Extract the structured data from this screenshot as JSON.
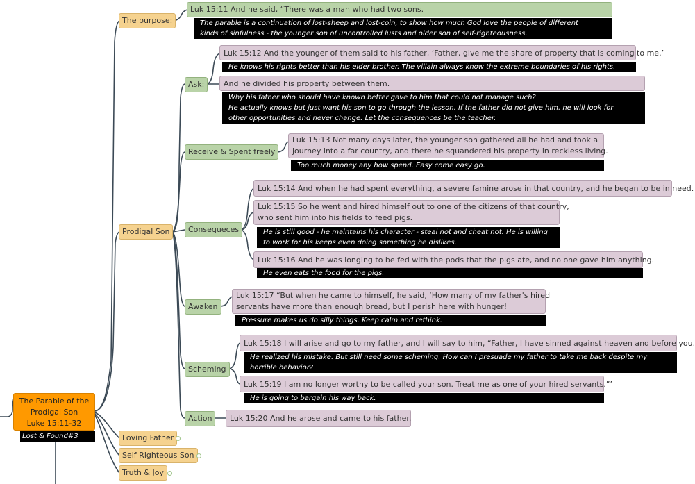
{
  "root": {
    "line1": "The Parable of the",
    "line2": "Prodigal Son",
    "line3": "Luke 15:11-32",
    "tag": "Lost & Found#3"
  },
  "purpose": {
    "label": "The purpose:",
    "verse": "Luk 15:11  And he said, “There was a man who had two sons.",
    "note1": "The parable is a continuation of lost-sheep and lost-coin, to show how much God love the people of different",
    "note2": "kinds of sinfulness - the younger son of uncontrolled lusts and older son of self-righteousness."
  },
  "prodigal": {
    "label": "Prodigal Son"
  },
  "ask": {
    "label": "Ask:",
    "v1": "Luk 15:12  And the younger of them said to his father, ‘Father, give me the share of property that is coming to me.’",
    "n1": "He knows his rights better than his elder brother. The villain always know the extreme boundaries of his rights.",
    "v2": "And he divided his property between them.",
    "n2a": "Why his father who should have known better gave to him that could not manage such?",
    "n2b": "He actually knows but just want his son to go through the lesson. If the father did not give him, he will look for",
    "n2c": "other opportunities and never change. Let the consequences be the teacher."
  },
  "receive": {
    "label": "Receive & Spent freely",
    "v1a": "Luk 15:13  Not many days later, the younger son gathered all he had and took a",
    "v1b": "journey into a far country, and there he squandered his property in reckless living.",
    "n1": "Too much money any how spend. Easy come easy go."
  },
  "conseq": {
    "label": "Consequeces",
    "v1": "Luk 15:14  And when he had spent everything, a severe famine arose in that country, and he began to be in need.",
    "v2a": "Luk 15:15  So he went and hired himself out to one of the citizens of that country,",
    "v2b": "who sent him into his fields to feed pigs.",
    "n2a": "He is still good - he maintains his character - steal not and cheat not. He is willing",
    "n2b": "to work for his keeps even doing something he dislikes.",
    "v3": "Luk 15:16  And he was longing to be fed with the pods that the pigs ate, and no one gave him anything.",
    "n3": "He even eats the food for the pigs."
  },
  "awaken": {
    "label": "Awaken",
    "v1a": "Luk 15:17  “But when he came to himself, he said, ‘How many of my father's hired",
    "v1b": "servants have more than enough bread, but I perish here with hunger!",
    "n1": "Pressure makes us do silly things. Keep calm and rethink."
  },
  "scheming": {
    "label": "Scheming",
    "v1": "Luk 15:18  I will arise and go to my father, and I will say to him, “Father, I have sinned against heaven and before you.",
    "n1a": "He realized his mistake. But still need some scheming. How can I presuade my father to take me back despite my",
    "n1b": "horrible behavior?",
    "v2": "Luk 15:19  I am no longer worthy to be called your son. Treat me as one of your hired servants.”’",
    "n2": "He is going to bargain his way back."
  },
  "action": {
    "label": "Action",
    "v1": "Luk 15:20  And he arose and came to his father."
  },
  "loving": {
    "label": "Loving Father"
  },
  "righteous": {
    "label": "Self Righteous Son"
  },
  "truth": {
    "label": "Truth & Joy"
  },
  "colors": {
    "branch": "#3c4a56",
    "orange": "#f5d28f",
    "green": "#b9d3a8",
    "verse": "#dccbd7",
    "root": "#ff9900",
    "note": "#000000"
  }
}
